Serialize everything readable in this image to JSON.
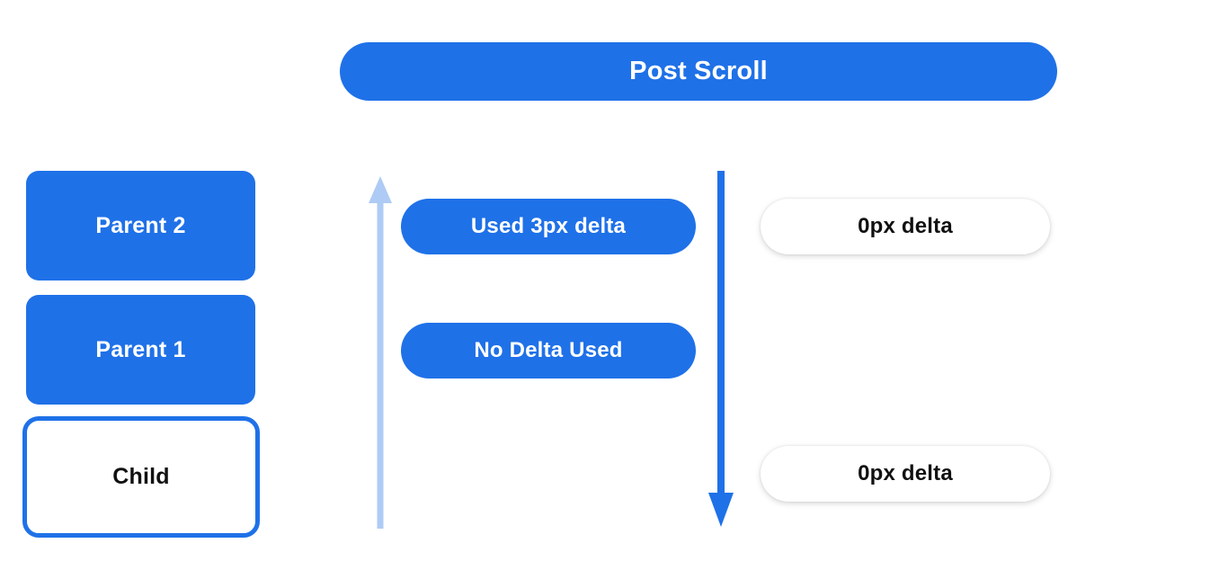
{
  "banner": {
    "title": "Post Scroll"
  },
  "left_stack": {
    "boxes": [
      {
        "label": "Parent 2",
        "style": "filled"
      },
      {
        "label": "Parent 1",
        "style": "filled"
      },
      {
        "label": "Child",
        "style": "outlined"
      }
    ]
  },
  "arrows": {
    "left": {
      "name": "up-arrow",
      "direction": "up",
      "color": "#aecbf5"
    },
    "right": {
      "name": "down-arrow",
      "direction": "down",
      "color": "#1f71e8"
    }
  },
  "middle_pills": [
    {
      "label": "Used 3px delta"
    },
    {
      "label": "No Delta Used"
    }
  ],
  "right_pills": [
    {
      "label": "0px delta"
    },
    {
      "label": "0px delta"
    }
  ],
  "colors": {
    "brand_blue": "#1f71e8",
    "light_blue": "#aecbf5",
    "white": "#ffffff",
    "text_dark": "#111111"
  }
}
